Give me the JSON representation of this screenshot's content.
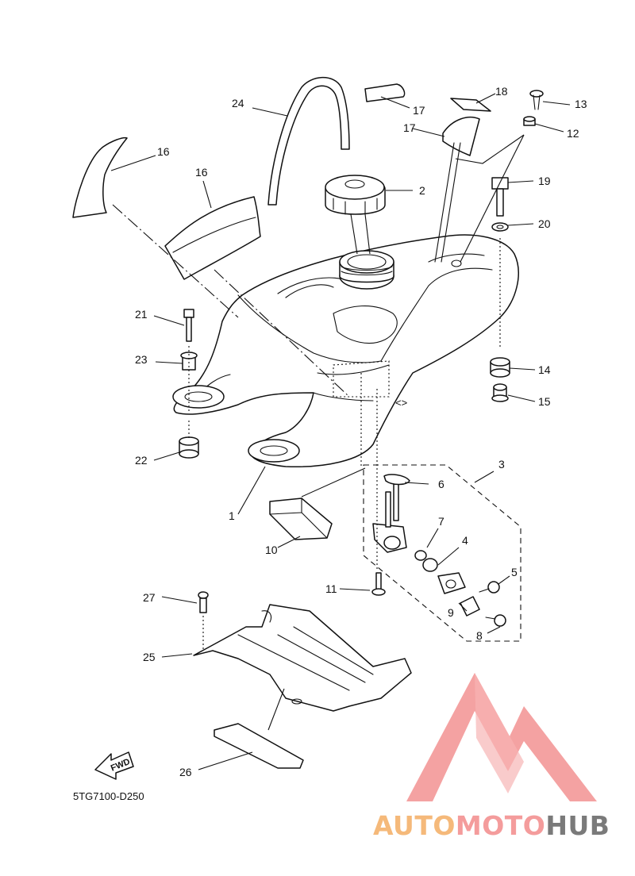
{
  "callouts": {
    "c1": "1",
    "c2": "2",
    "c3": "3",
    "c4": "4",
    "c5": "5",
    "c6": "6",
    "c7": "7",
    "c8": "8",
    "c9": "9",
    "c10": "10",
    "c11": "11",
    "c12": "12",
    "c13": "13",
    "c14": "14",
    "c15": "15",
    "c16a": "16",
    "c16b": "16",
    "c17a": "17",
    "c17b": "17",
    "c18": "18",
    "c19": "19",
    "c20": "20",
    "c21": "21",
    "c22": "22",
    "c23": "23",
    "c24": "24",
    "c25": "25",
    "c26": "26",
    "c27": "27"
  },
  "fwd_label": "FWD",
  "diagram_code": "5TG7100-D250",
  "watermark": {
    "part1": "AUTO",
    "part2": "MOTO",
    "part3": "HUB",
    "colors": {
      "auto": "#f5b97a",
      "moto": "#f49c9c",
      "hub": "#7a7a7a",
      "logo": "#f08b8b"
    }
  }
}
